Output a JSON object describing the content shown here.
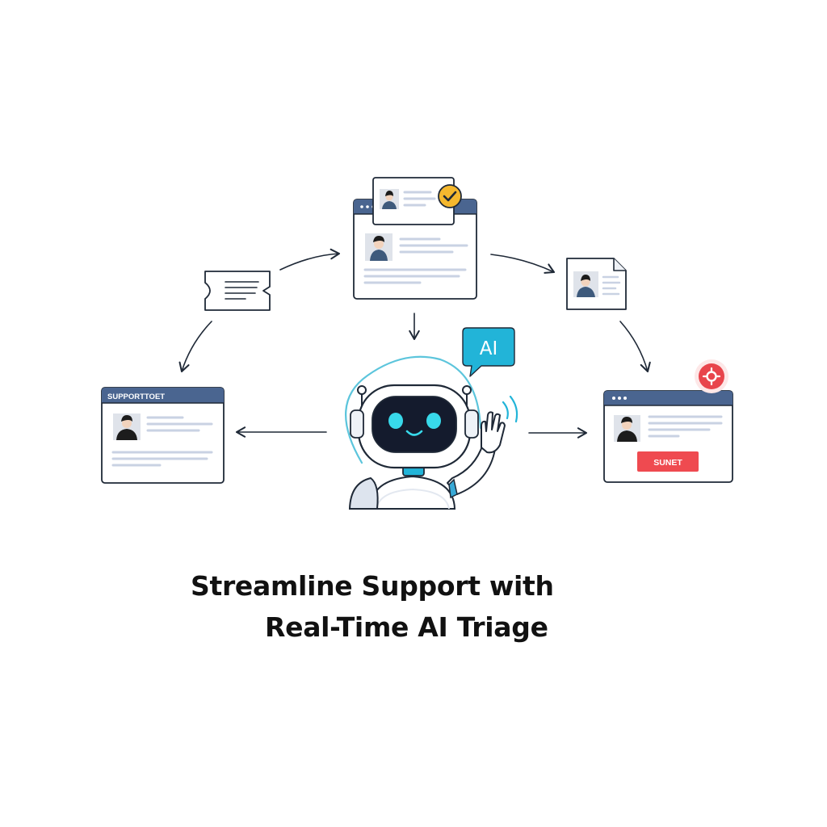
{
  "colors": {
    "header_blue": "#4a6590",
    "line_gray": "#c9d2e3",
    "outline": "#1f2937",
    "avatar_bg": "#dfe3ea",
    "check_yellow": "#f5b82e",
    "ai_teal": "#22b4d8",
    "robot_face": "#141b2d",
    "robot_eyes": "#38d9ea",
    "alert_red": "#e8454c",
    "button_red": "#ef4a50"
  },
  "icons": {
    "ticket": "ticket-icon",
    "document": "document-icon",
    "check": "check-badge-icon",
    "alert": "alert-badge-icon",
    "robot": "robot-icon",
    "avatar": "user-avatar-icon"
  },
  "support_window": {
    "header_label": "SUPPORTTOET"
  },
  "resolution_window": {
    "button_label": "SUNET"
  },
  "ai_bubble": {
    "label": "AI"
  },
  "headline": {
    "line_1": "Streamline Support with",
    "line_2": "Real-Time AI Triage"
  }
}
